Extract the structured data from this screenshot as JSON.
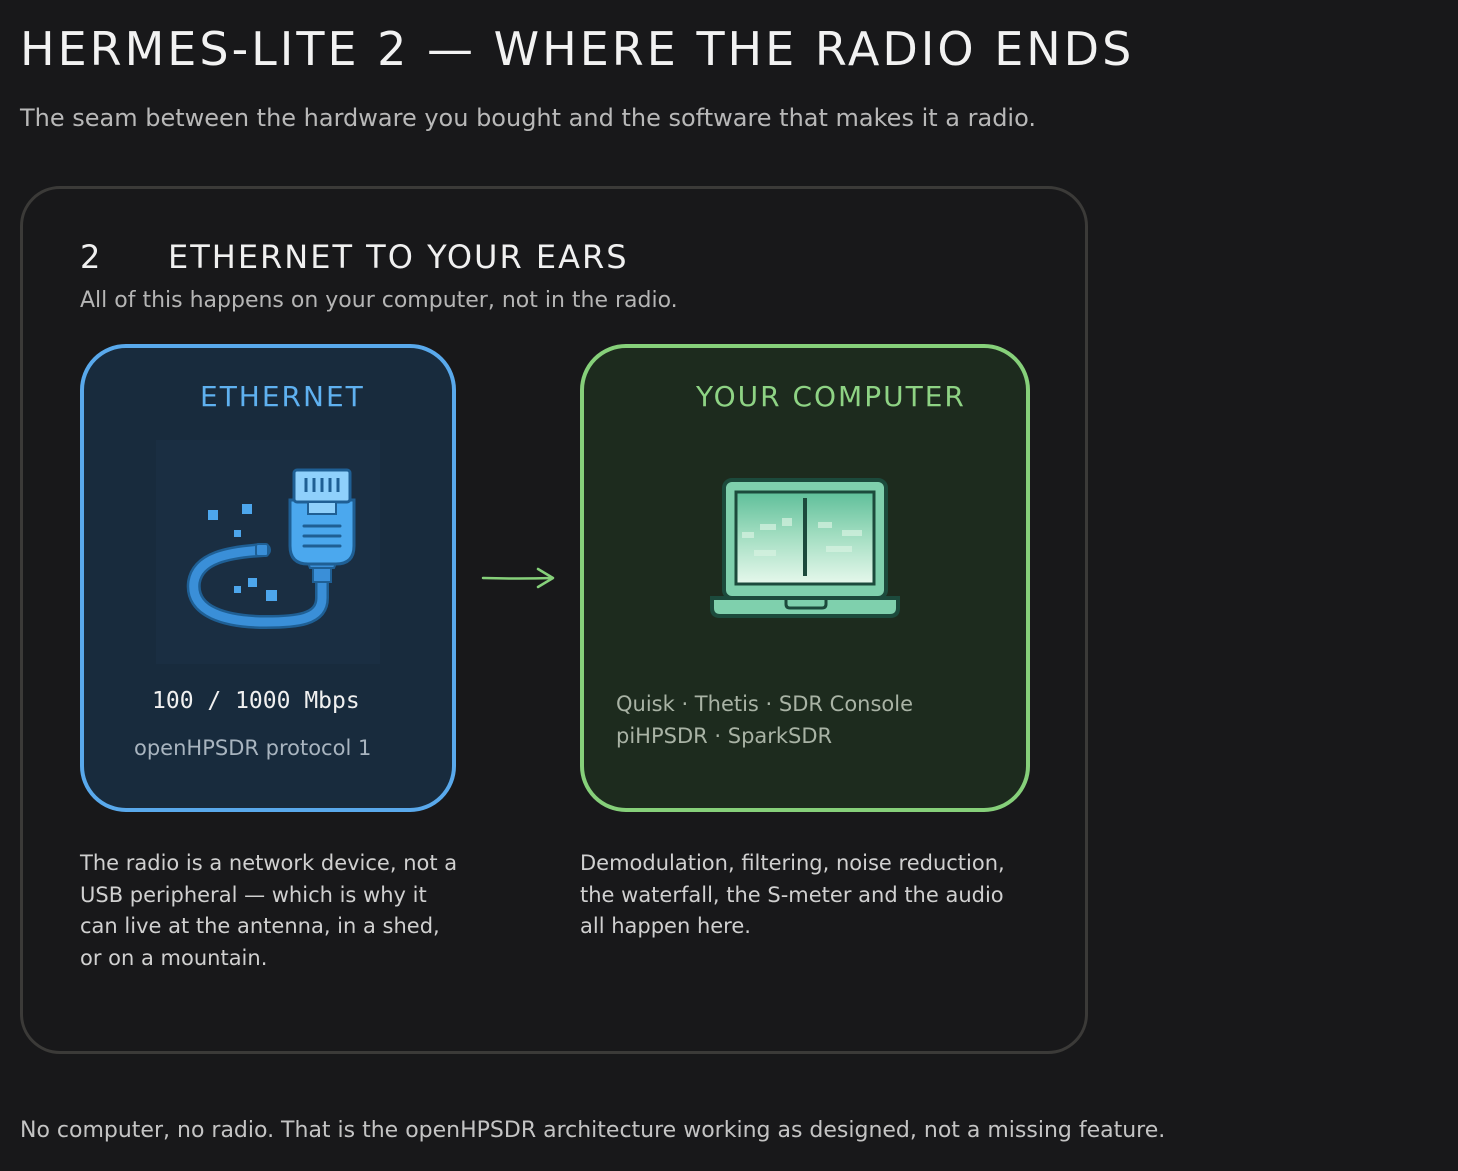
{
  "title": "HERMES-LITE 2 — WHERE THE RADIO ENDS",
  "subtitle": "The seam between the hardware you bought and the software that makes it a radio.",
  "step": {
    "number": "2",
    "title": "ETHERNET TO YOUR EARS",
    "subtitle": "All of this happens on your computer, not in the radio."
  },
  "ethernet": {
    "label": "ETHERNET",
    "icon": "ethernet-cable-icon",
    "speed": "100 / 1000 Mbps",
    "protocol": "openHPSDR protocol 1",
    "note": "The radio is a network device, not a USB peripheral — which is why it can live at the antenna, in a shed, or on a mountain.",
    "accent": "#59a9ec",
    "fill": "#182b3d"
  },
  "computer": {
    "label": "YOUR COMPUTER",
    "icon": "laptop-waterfall-icon",
    "software_line1": "Quisk · Thetis · SDR Console",
    "software_line2": "piHPSDR · SparkSDR",
    "note": "Demodulation, filtering, noise reduction, the waterfall, the S-meter and the audio all happen here.",
    "accent": "#86d07a",
    "fill": "#1d2b1e"
  },
  "connector": {
    "icon": "arrow-right-icon",
    "color": "#86d07a"
  },
  "footer": "No computer, no radio. That is the openHPSDR architecture working as designed, not a missing feature."
}
